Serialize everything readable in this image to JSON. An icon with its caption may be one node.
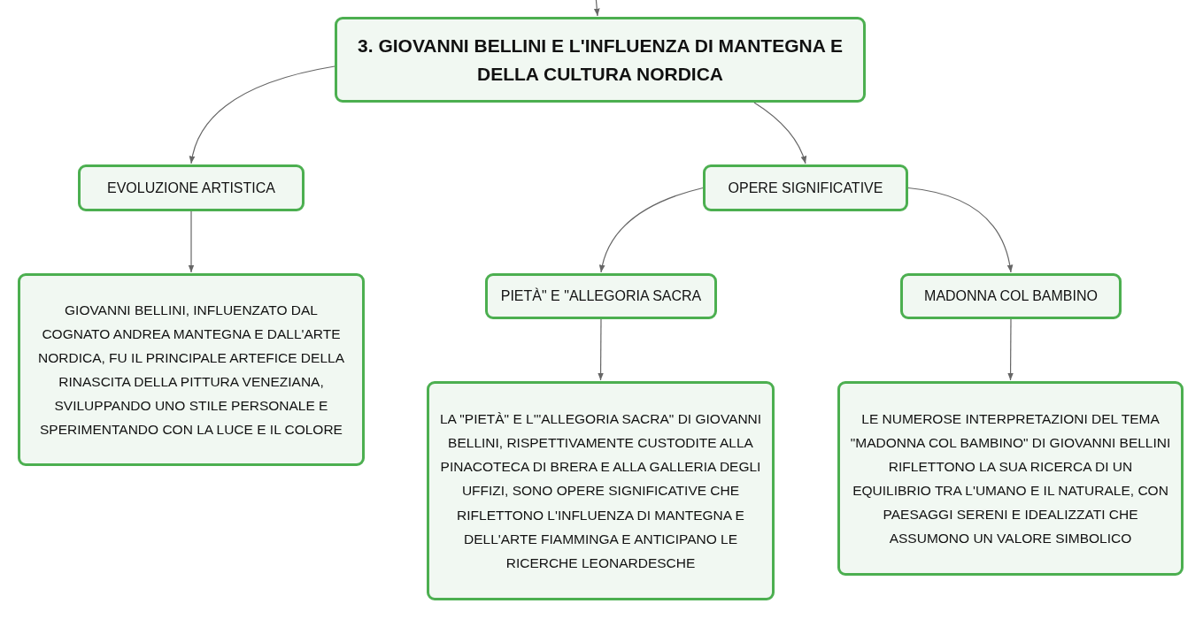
{
  "diagram": {
    "nodes": [
      {
        "text": [
          "3. GIOVANNI BELLINI E L'INFLUENZA DI MANTEGNA E DELLA CULTURA NORDICA"
        ]
      },
      {
        "text": [
          "EVOLUZIONE ARTISTICA"
        ]
      },
      {
        "text": [
          "OPERE SIGNIFICATIVE"
        ]
      },
      {
        "text": [
          "GIOVANNI BELLINI, INFLUENZATO DAL COGNATO ANDREA MANTEGNA E DALL'ARTE NORDICA, FU IL PRINCIPALE ARTEFICE DELLA RINASCITA DELLA PITTURA VENEZIANA, SVILUPPANDO UNO STILE PERSONALE E SPERIMENTANDO CON LA LUCE E IL COLORE"
        ]
      },
      {
        "text": [
          "PIETÀ\" E \"ALLEGORIA SACRA"
        ]
      },
      {
        "text": [
          "MADONNA COL BAMBINO"
        ]
      },
      {
        "text": [
          "LA \"PIETÀ\" E L'\"ALLEGORIA SACRA\" DI GIOVANNI BELLINI, RISPETTIVAMENTE CUSTODITE ALLA PINACOTECA DI BRERA E ALLA GALLERIA DEGLI UFFIZI, SONO OPERE SIGNIFICATIVE CHE RIFLETTONO L'INFLUENZA DI MANTEGNA E DELL'ARTE FIAMMINGA E ANTICIPANO LE RICERCHE LEONARDESCHE"
        ]
      },
      {
        "text": [
          "LE NUMEROSE INTERPRETAZIONI DEL TEMA \"MADONNA COL BAMBINO\" DI GIOVANNI BELLINI RIFLETTONO LA SUA RICERCA DI UN EQUILIBRIO TRA L'UMANO E IL NATURALE, CON PAESAGGI SERENI E IDEALIZZATI CHE ASSUMONO UN VALORE SIMBOLICO"
        ]
      }
    ],
    "edges": [
      {
        "from": null,
        "to": 0,
        "arrow": "to"
      },
      {
        "from": 0,
        "to": 1,
        "arrow": "to"
      },
      {
        "from": 0,
        "to": 2,
        "arrow": "to"
      },
      {
        "from": 1,
        "to": 3,
        "arrow": "to"
      },
      {
        "from": 2,
        "to": 4,
        "arrow": "to"
      },
      {
        "from": 2,
        "to": 5,
        "arrow": "to"
      },
      {
        "from": 4,
        "to": 6,
        "arrow": "to"
      },
      {
        "from": 5,
        "to": 7,
        "arrow": "to"
      }
    ]
  }
}
